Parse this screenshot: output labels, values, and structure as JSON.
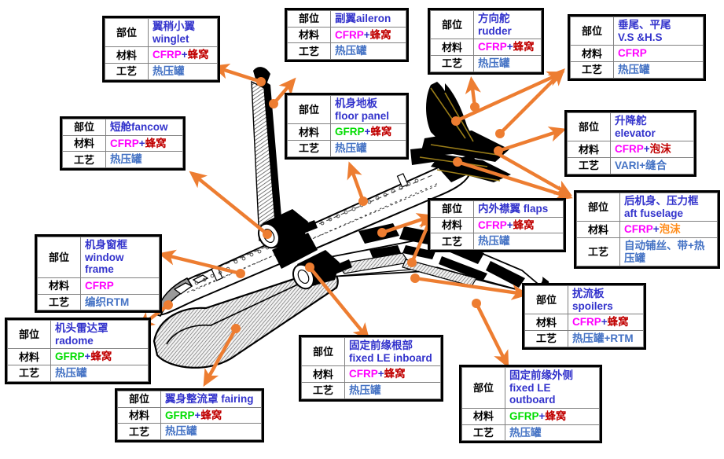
{
  "labels": {
    "part": "部位",
    "material": "材料",
    "process": "工艺"
  },
  "colors": {
    "part_text": "#3333CC",
    "cfrp": "#FF00FF",
    "gfrp": "#00DD00",
    "honeycomb": "#C00000",
    "foam_orange": "#FF8C1A",
    "process_text": "#4472C4",
    "arrow": "#ED7D31",
    "table_border": "#000000",
    "cell_border": "#808080",
    "composite_fill": "#000000"
  },
  "callouts": [
    {
      "id": "winglet",
      "part_cn": "翼稍小翼",
      "part_en": "winglet",
      "material": "CFRP+蜂窝",
      "process": "热压罐"
    },
    {
      "id": "aileron",
      "part_cn": "副翼",
      "part_en": "aileron",
      "material": "CFRP+蜂窝",
      "process": "热压罐"
    },
    {
      "id": "rudder",
      "part_cn": "方向舵",
      "part_en": "rudder",
      "material": "CFRP+蜂窝",
      "process": "热压罐"
    },
    {
      "id": "vs-hs",
      "part_cn": "垂尾、平尾",
      "part_en": "V.S &H.S",
      "material": "CFRP",
      "process": "热压罐"
    },
    {
      "id": "fancow",
      "part_cn": "短舱",
      "part_en": "fancow",
      "material": "CFRP+蜂窝",
      "process": "热压罐"
    },
    {
      "id": "floor-panel",
      "part_cn": "机身地板",
      "part_en": "floor panel",
      "material": "GFRP+蜂窝",
      "process": "热压罐"
    },
    {
      "id": "elevator",
      "part_cn": "升降舵",
      "part_en": "elevator",
      "material": "CFRP+泡沫",
      "process": "VARI+缝合"
    },
    {
      "id": "aft-fuselage",
      "part_cn": "后机身、压力框",
      "part_en": "aft fuselage",
      "material": "CFRP+泡沫",
      "process": "自动铺丝、带+热压罐"
    },
    {
      "id": "flaps",
      "part_cn": "内外襟翼",
      "part_en": "flaps",
      "material": "CFRP+蜂窝",
      "process": "热压罐"
    },
    {
      "id": "window-frame",
      "part_cn": "机身窗框",
      "part_en": "window frame",
      "material": "CFRP",
      "process": "编织RTM"
    },
    {
      "id": "radome",
      "part_cn": "机头雷达罩",
      "part_en": "radome",
      "material": "GFRP+蜂窝",
      "process": "热压罐"
    },
    {
      "id": "fairing",
      "part_cn": "翼身整流罩",
      "part_en": "fairing",
      "material": "GFRP+蜂窝",
      "process": "热压罐"
    },
    {
      "id": "le-inboard",
      "part_cn": "固定前缘根部",
      "part_en": "fixed LE inboard",
      "material": "CFRP+蜂窝",
      "process": "热压罐"
    },
    {
      "id": "spoilers",
      "part_cn": "扰流板",
      "part_en": "spoilers",
      "material": "CFRP+蜂窝",
      "process": "热压罐+RTM"
    },
    {
      "id": "le-outboard",
      "part_cn": "固定前缘外侧",
      "part_en": "fixed LE outboard",
      "material": "GFRP+蜂窝",
      "process": "热压罐"
    }
  ]
}
